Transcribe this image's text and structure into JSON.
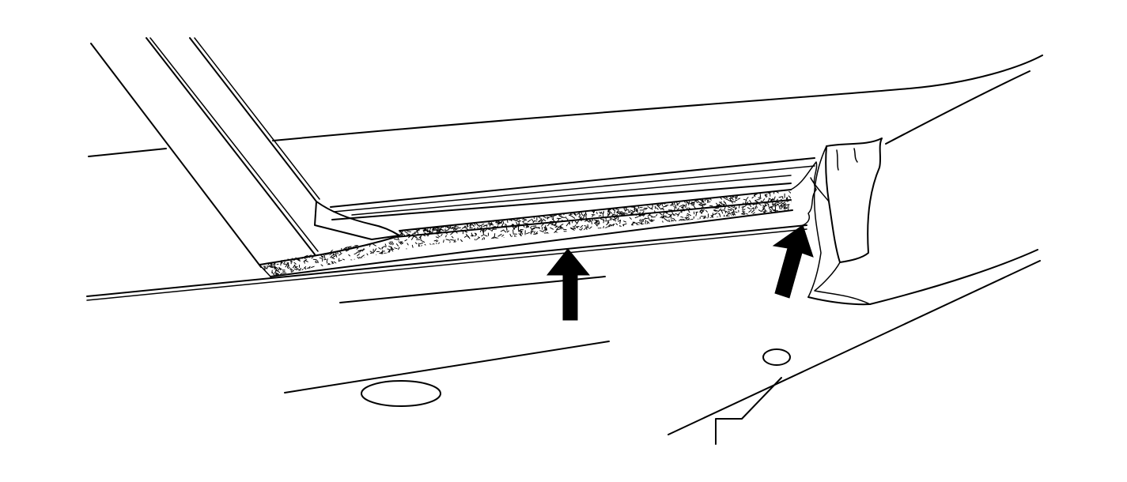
{
  "diagram": {
    "line_color": "#000000",
    "background": "#ffffff",
    "callout_arrows": [
      {
        "name": "arrow-lower-seal",
        "points_to": "lower-seal-strip"
      },
      {
        "name": "arrow-upper-seal",
        "points_to": "upper-seal-strip"
      }
    ]
  }
}
